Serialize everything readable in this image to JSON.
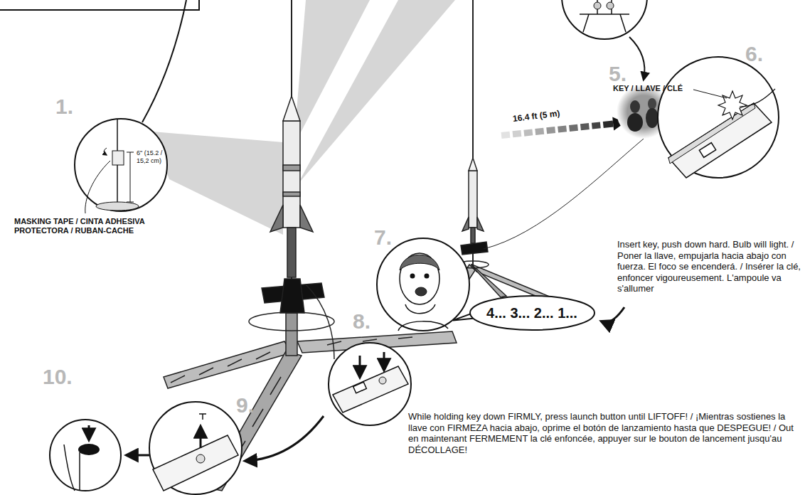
{
  "diagram": {
    "nodes": [
      {
        "text": [
          "4... 3... 2... 1..."
        ]
      }
    ],
    "labels": [
      "1.",
      "6\" (15.2 / 15,2 cm)",
      "MASKING TAPE / CINTA ADHESIVA PROTECTORA / RUBAN-CACHE",
      "5.",
      "16.4 ft (5 m)",
      "6.",
      "KEY / LLAVE / CLÉ",
      "7.",
      "Insert key, push down hard. Bulb will light. / Poner la llave, empujarla hacia abajo con fuerza. El foco se encenderá. / Insérer la clé, enfoncer vigoureusement. L'ampoule va s'allumer",
      "8.",
      "9.",
      "10.",
      "While holding key down FIRMLY, press launch button until LIFTOFF! / ¡Mientras sostienes la llave con FIRMEZA hacia abajo, oprime el botón de lanzamiento hasta que DESPEGUE! / Out en maintenant FERMEMENT la clé enfoncée, appuyer sur le bouton de lancement jusqu'au DÉCOLLAGE!"
    ]
  }
}
